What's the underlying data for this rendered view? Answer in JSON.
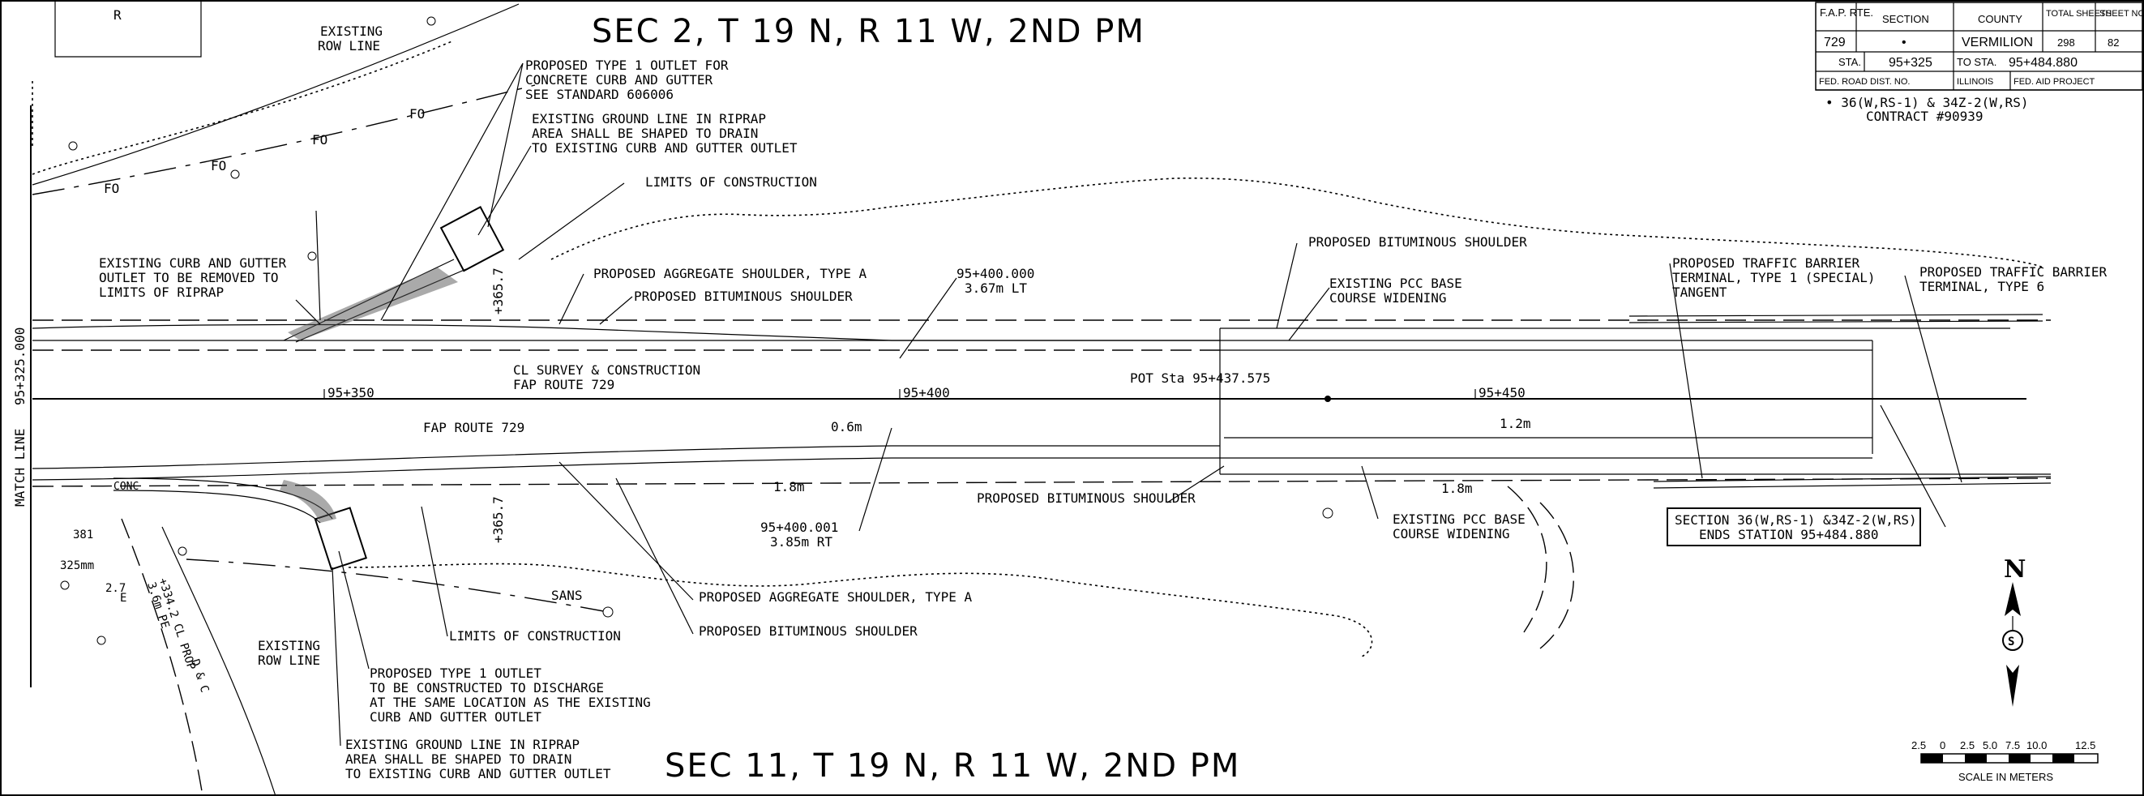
{
  "sections": {
    "top": "SEC 2, T 19 N, R 11 W, 2ND PM",
    "bottom": "SEC 11, T 19 N, R 11 W, 2ND PM"
  },
  "title_block": {
    "h_rte": "F.A.P. RTE.",
    "h_section": "SECTION",
    "h_county": "COUNTY",
    "h_total": "TOTAL SHEETS",
    "h_sheet": "SHEET NO.",
    "rte": "729",
    "section": "•",
    "county": "VERMILION",
    "total": "298",
    "sheet": "82",
    "sta_label": "STA.",
    "sta_from": "95+325",
    "to_sta_label": "TO STA.",
    "sta_to": "95+484.880",
    "fed_road": "FED. ROAD DIST. NO.",
    "state": "ILLINOIS",
    "fed_aid": "FED. AID PROJECT",
    "note1": "• 36(W,RS-1) & 34Z-2(W,RS)",
    "note2": "CONTRACT #90939"
  },
  "labels": {
    "r_mark": "R",
    "existing_row_top_1": "EXISTING",
    "existing_row_top_2": "ROW LINE",
    "outlet1_1": "PROPOSED TYPE 1 OUTLET FOR",
    "outlet1_2": "CONCRETE CURB AND GUTTER",
    "outlet1_3": "SEE STANDARD 606006",
    "ground1_1": "EXISTING GROUND LINE IN RIPRAP",
    "ground1_2": "AREA SHALL BE SHAPED TO DRAIN",
    "ground1_3": "TO EXISTING CURB AND GUTTER OUTLET",
    "limits_top": "LIMITS OF CONSTRUCTION",
    "curb_1": "EXISTING CURB AND GUTTER",
    "curb_2": "OUTLET TO BE REMOVED TO",
    "curb_3": "LIMITS OF RIPRAP",
    "agg_top": "PROPOSED AGGREGATE SHOULDER, TYPE A",
    "bit_top": "PROPOSED BITUMINOUS SHOULDER",
    "sta_400_top": "95+400.000",
    "sta_400_top_off": "3.67m LT",
    "bit_top_right": "PROPOSED BITUMINOUS SHOULDER",
    "pcc_top_1": "EXISTING PCC BASE",
    "pcc_top_2": "COURSE WIDENING",
    "tb1_1": "PROPOSED TRAFFIC BARRIER",
    "tb1_2": "TERMINAL, TYPE 1 (SPECIAL)",
    "tb1_3": "TANGENT",
    "tb6_1": "PROPOSED TRAFFIC BARRIER",
    "tb6_2": "TERMINAL, TYPE 6",
    "cl_1": "CL SURVEY & CONSTRUCTION",
    "cl_2": "FAP ROUTE 729",
    "pot": "POT Sta 95+437.575",
    "sta350": "95+350",
    "sta400": "95+400",
    "sta450": "95+450",
    "fo": "FO",
    "match_line": "MATCH LINE",
    "match_sta": "95+325.000",
    "route": "FAP ROUTE 729",
    "off_06": "0.6m",
    "off_12": "1.2m",
    "off_18a": "1.8m",
    "off_18b": "1.8m",
    "elev_top": "+365.7",
    "elev_bot": "+365.7",
    "sta_400_bot": "95+400.001",
    "sta_400_bot_off": "3.85m RT",
    "bit_bot_right": "PROPOSED BITUMINOUS SHOULDER",
    "pcc_bot_1": "EXISTING PCC BASE",
    "pcc_bot_2": "COURSE WIDENING",
    "ends_1": "SECTION 36(W,RS-1) &34Z-2(W,RS)",
    "ends_2": "ENDS STATION 95+484.880",
    "agg_bot": "PROPOSED AGGREGATE SHOULDER, TYPE A",
    "bit_bot": "PROPOSED BITUMINOUS SHOULDER",
    "limits_bot": "LIMITS OF CONSTRUCTION",
    "sans": "SANS",
    "conc": "CONC",
    "dim_381": "381",
    "dim_325": "325mm",
    "dim_27": "2.7",
    "cl_prop": "+334.2 CL PROP",
    "pe": "3.6m PE",
    "e_mark": "E",
    "d_and_c": "D & C",
    "existing_row_bot_1": "EXISTING",
    "existing_row_bot_2": "ROW LINE",
    "outlet2_1": "PROPOSED TYPE 1 OUTLET",
    "outlet2_2": "TO BE CONSTRUCTED TO DISCHARGE",
    "outlet2_3": "AT THE SAME LOCATION AS THE EXISTING",
    "outlet2_4": "CURB AND GUTTER OUTLET",
    "ground2_1": "EXISTING GROUND LINE IN RIPRAP",
    "ground2_2": "AREA SHALL BE SHAPED TO DRAIN",
    "ground2_3": "TO EXISTING CURB AND GUTTER OUTLET",
    "north": "N",
    "north_badge": "S"
  },
  "scale": {
    "ticks": [
      "2.5",
      "0",
      "2.5",
      "5.0",
      "7.5",
      "10.0",
      "12.5"
    ],
    "caption": "SCALE IN METERS"
  }
}
